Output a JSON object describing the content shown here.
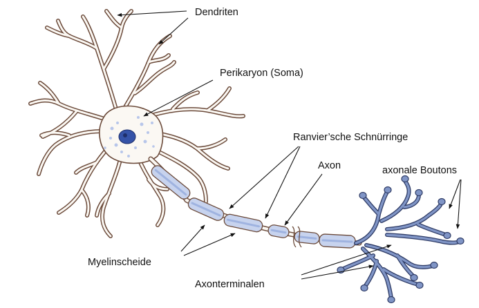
{
  "labels": {
    "dendriten": "Dendriten",
    "perikaryon": "Perikaryon (Soma)",
    "ranvier": "Ranvier’sche Schnürringe",
    "axon": "Axon",
    "boutons": "axonale Boutons",
    "myelinscheide": "Myelinscheide",
    "axonterminalen": "Axonterminalen"
  },
  "colors": {
    "cell_outline": "#6b4a3a",
    "cell_fill": "#fbf8f3",
    "myelin_fill": "#c7d3ee",
    "myelin_stripe": "#9fb3e0",
    "nucleus": "#3553a8",
    "terminal_fill": "#8095c6",
    "terminal_outline": "#2f3c66",
    "text": "#111111"
  }
}
